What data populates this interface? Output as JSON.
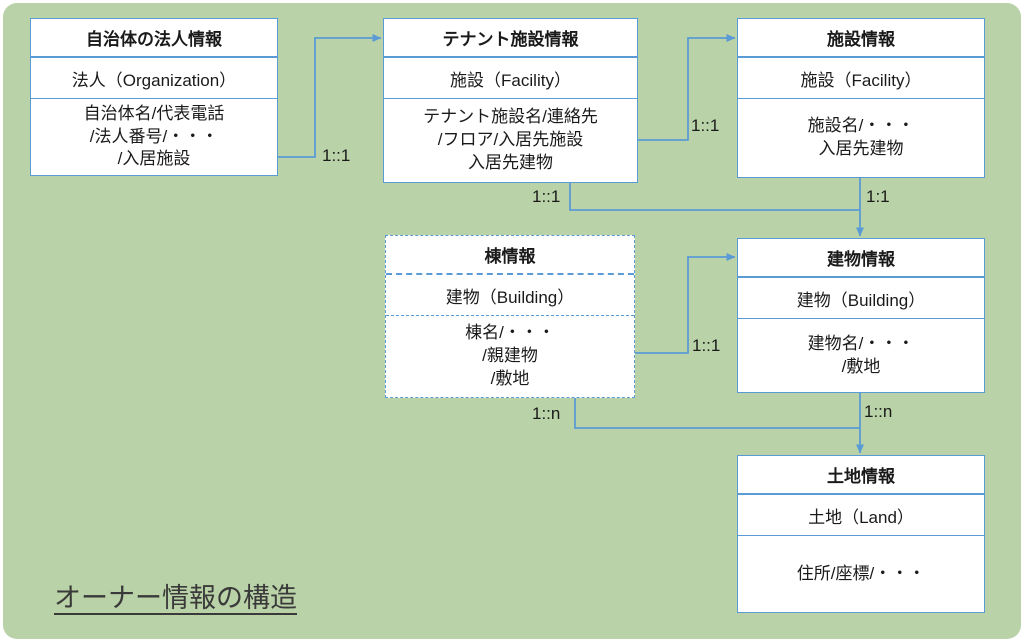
{
  "page": {
    "background_color": "#b9d2a7",
    "accent_color": "#5b9bd5",
    "title": "オーナー情報の構造"
  },
  "entities": {
    "org": {
      "title": "自治体の法人情報",
      "type": "法人（Organization）",
      "attrs": "自治体名/代表電話\n/法人番号/・・・\n/入居施設"
    },
    "tenant": {
      "title": "テナント施設情報",
      "type": "施設（Facility）",
      "attrs": "テナント施設名/連絡先\n/フロア/入居先施設\n入居先建物"
    },
    "facility": {
      "title": "施設情報",
      "type": "施設（Facility）",
      "attrs": "施設名/・・・\n入居先建物"
    },
    "wing": {
      "title": "棟情報",
      "type": "建物（Building）",
      "attrs": "棟名/・・・\n/親建物\n/敷地"
    },
    "building": {
      "title": "建物情報",
      "type": "建物（Building）",
      "attrs": "建物名/・・・\n/敷地"
    },
    "land": {
      "title": "土地情報",
      "type": "土地（Land）",
      "attrs": "住所/座標/・・・"
    }
  },
  "connectors": {
    "org_tenant": "1::1",
    "tenant_facility": "1::1",
    "facility_building": "1:1",
    "tenant_building": "1::1",
    "wing_building": "1::1",
    "building_land": "1::n",
    "wing_land": "1::n"
  }
}
